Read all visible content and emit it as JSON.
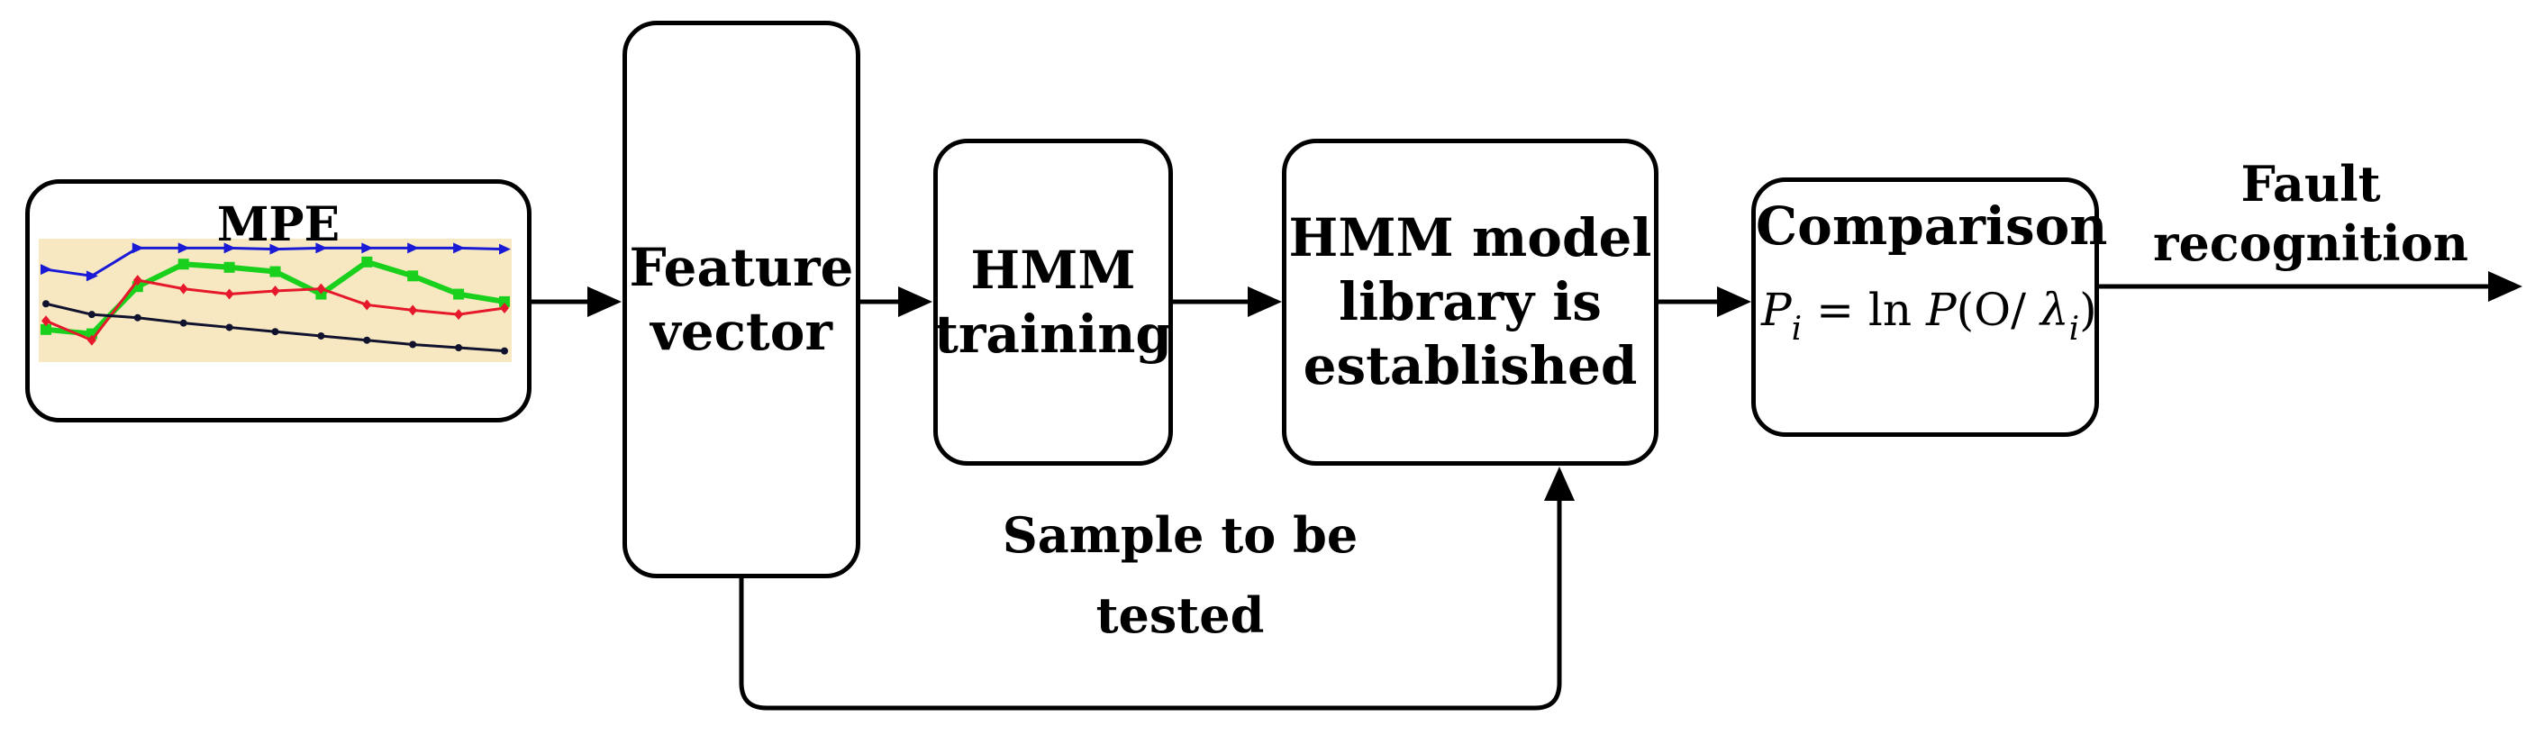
{
  "nodes": {
    "mpe": {
      "title": "MPE"
    },
    "feature_vector": {
      "line1": "Feature",
      "line2": "vector"
    },
    "hmm_training": {
      "line1": "HMM",
      "line2": "training"
    },
    "model_library": {
      "line1": "HMM model",
      "line2": "library is",
      "line3": "established"
    },
    "comparison": {
      "title": "Comparison",
      "formula": {
        "p": "P",
        "i": "i",
        "eq": " = ln ",
        "P2": "P",
        "open": "(O/ ",
        "lambda": "λ",
        "i2": "i",
        "close": ")"
      }
    }
  },
  "labels": {
    "sample": {
      "line1": "Sample to be",
      "line2": "tested"
    },
    "output": {
      "line1": "Fault",
      "line2": "recognition"
    }
  },
  "mpe_thumbnail": {
    "background": "#f8e8c2",
    "series": [
      {
        "color": "#1a1ad6",
        "marker": "triangle",
        "values": [
          0.78,
          0.72,
          0.98,
          0.98,
          0.98,
          0.97,
          0.98,
          0.98,
          0.98,
          0.98,
          0.97
        ]
      },
      {
        "color": "#19d01c",
        "marker": "square",
        "values": [
          0.22,
          0.18,
          0.62,
          0.83,
          0.8,
          0.76,
          0.55,
          0.85,
          0.72,
          0.55,
          0.48
        ]
      },
      {
        "color": "#e5192b",
        "marker": "diamond",
        "values": [
          0.3,
          0.12,
          0.68,
          0.6,
          0.55,
          0.58,
          0.6,
          0.45,
          0.4,
          0.36,
          0.42
        ]
      },
      {
        "color": "#11132e",
        "marker": "circle",
        "values": [
          0.46,
          0.36,
          0.33,
          0.28,
          0.24,
          0.2,
          0.16,
          0.12,
          0.08,
          0.05,
          0.02
        ]
      }
    ]
  }
}
